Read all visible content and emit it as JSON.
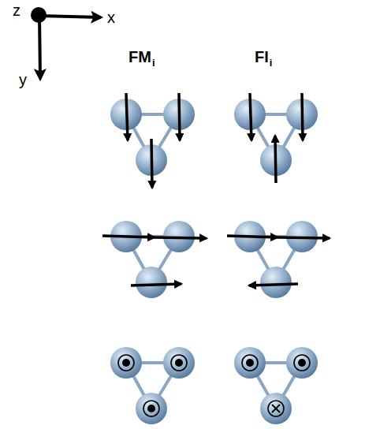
{
  "diagram": {
    "labels": [
      "z",
      "x",
      "y",
      "FM",
      "i",
      "FI",
      "i"
    ]
  }
}
